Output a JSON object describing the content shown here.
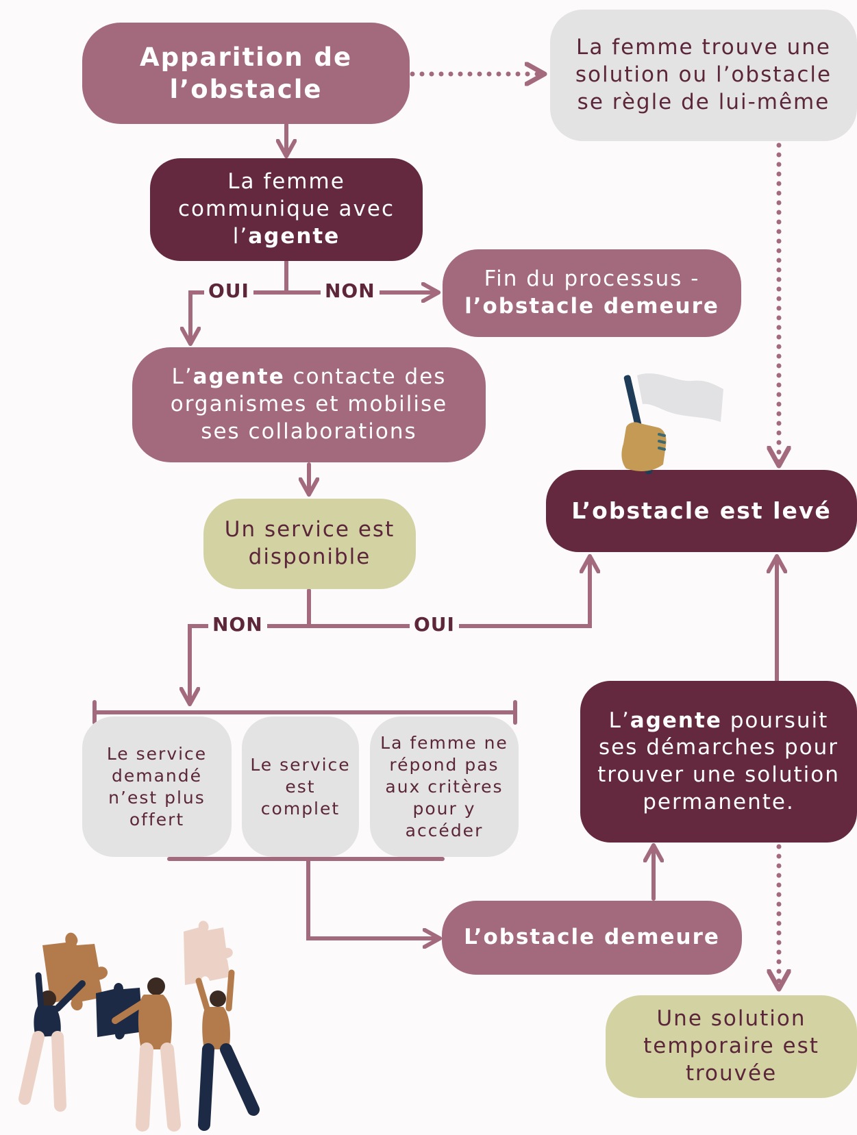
{
  "nodes": {
    "apparition": "Apparition de l’obstacle",
    "femme_trouve": "La femme trouve une solution ou l’obstacle se règle de lui-même",
    "communique_pre": "La femme communique avec l’",
    "communique_bold": "agente",
    "fin_line1": "Fin du processus -",
    "fin_line2": "l’obstacle demeure",
    "contacte_pre": "L’",
    "contacte_bold": "agente",
    "contacte_post": " contacte des organismes et mobilise ses collaborations",
    "service_dispo": "Un service est disponible",
    "obstacle_leve": "L’obstacle est levé",
    "poursuit_pre": "L’",
    "poursuit_bold": "agente",
    "poursuit_post": " poursuit ses démarches pour trouver une solution permanente.",
    "plus_offert": "Le service demandé n’est plus offert",
    "complet": "Le service est complet",
    "criteres": "La femme ne répond pas aux critères pour y accéder",
    "obstacle_demeure": "L’obstacle demeure",
    "solution_temp": "Une solution temporaire est trouvée"
  },
  "labels": {
    "oui_1": "OUI",
    "non_1": "NON",
    "non_2": "NON",
    "oui_2": "OUI"
  },
  "colors": {
    "mauve": "#a26a7c",
    "plum": "#64283f",
    "grey": "#e4e3e4",
    "olive": "#d2d2a3",
    "text_dark": "#5b2639"
  },
  "icons": [
    "flag-hand-icon",
    "puzzle-people-illustration"
  ]
}
